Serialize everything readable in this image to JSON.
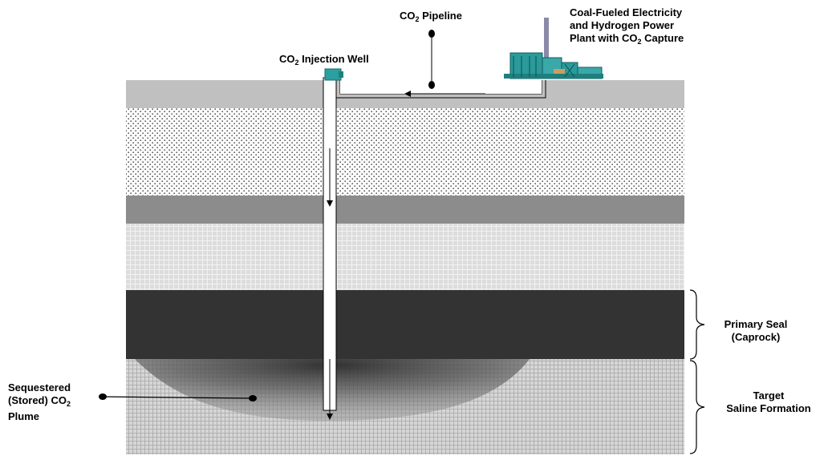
{
  "labels": {
    "pipeline": {
      "prefix": "CO",
      "sub": "2",
      "suffix": " Pipeline"
    },
    "injection_well": {
      "prefix": "CO",
      "sub": "2",
      "suffix": " Injection Well"
    },
    "power_plant": {
      "line1": "Coal-Fueled Electricity",
      "line2": "and Hydrogen Power",
      "line3_prefix": "Plant with CO",
      "line3_sub": "2",
      "line3_suffix": " Capture"
    },
    "primary_seal": {
      "line1": "Primary Seal",
      "line2": "(Caprock)"
    },
    "target_formation": {
      "line1": "Target",
      "line2": "Saline Formation"
    },
    "plume": {
      "line1": "Sequestered",
      "line2_prefix": "(Stored) CO",
      "line2_sub": "2",
      "line3": "Plume"
    }
  },
  "colors": {
    "surface": "#c0c0c0",
    "dotted_layer": "#ffffff",
    "mid_band": "#8c8c8c",
    "light_grid_layer": "#dcdcdc",
    "caprock": "#333333",
    "saline_grid": "#d4d4d4",
    "plant": "#2a9a9a",
    "well_head": "#2aa0a0"
  }
}
